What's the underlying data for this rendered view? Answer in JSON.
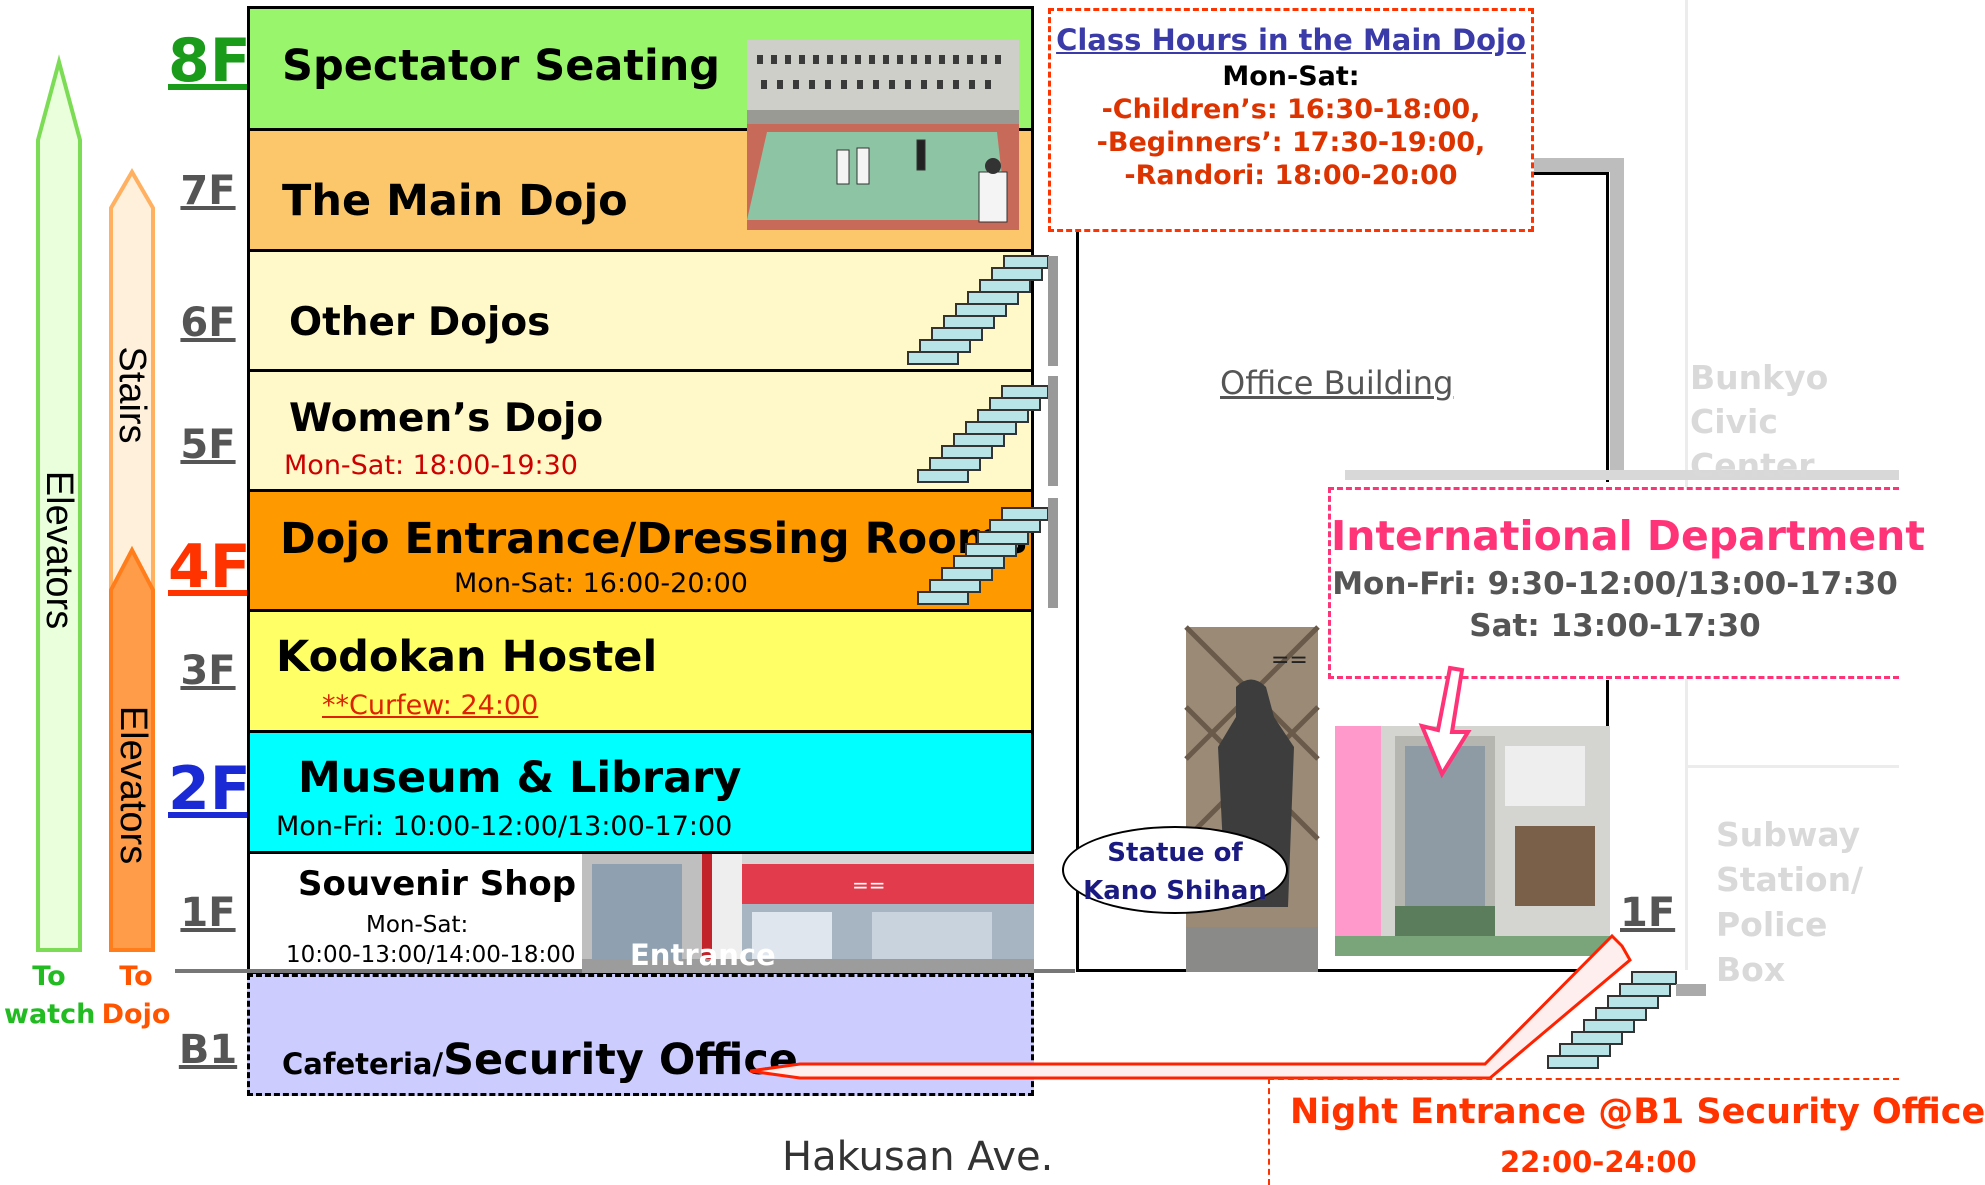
{
  "floors": [
    {
      "id": "8F",
      "label": "8F",
      "color": "#1a9b1a",
      "big": true
    },
    {
      "id": "7F",
      "label": "7F",
      "color": "#555555",
      "big": false
    },
    {
      "id": "6F",
      "label": "6F",
      "color": "#555555",
      "big": false
    },
    {
      "id": "5F",
      "label": "5F",
      "color": "#555555",
      "big": false
    },
    {
      "id": "4F",
      "label": "4F",
      "color": "#ff3300",
      "big": true
    },
    {
      "id": "3F",
      "label": "3F",
      "color": "#555555",
      "big": false
    },
    {
      "id": "2F",
      "label": "2F",
      "color": "#1a2bd6",
      "big": true
    },
    {
      "id": "1F",
      "label": "1F",
      "color": "#555555",
      "big": false
    },
    {
      "id": "B1",
      "label": "B1",
      "color": "#555555",
      "big": false
    }
  ],
  "bands": {
    "spectator": {
      "title": "Spectator Seating",
      "color": "#99f56b"
    },
    "main_dojo": {
      "title": "The Main Dojo",
      "color": "#fcc76b"
    },
    "other_dojos": {
      "title": "Other Dojos",
      "color": "#fff8c8"
    },
    "womens_dojo": {
      "title": "Women’s Dojo",
      "hours": "Mon-Sat: 18:00-19:30",
      "color": "#fff8c8"
    },
    "dojo_entrance": {
      "title": "Dojo Entrance/Dressing Rooms",
      "hours": "Mon-Sat: 16:00-20:00",
      "color": "#ff9900"
    },
    "hostel": {
      "title": "Kodokan Hostel",
      "curfew": "**Curfew: 24:00",
      "color": "#ffff66"
    },
    "museum": {
      "title": "Museum & Library",
      "hours": "Mon-Fri: 10:00-12:00/13:00-17:00",
      "color": "#00ffff"
    },
    "souvenir": {
      "title": "Souvenir Shop",
      "hours_line1": "Mon-Sat:",
      "hours_line2": "10:00-13:00/14:00-18:00",
      "entrance": "Entrance",
      "color": "#ffffff"
    },
    "basement": {
      "title_small": "Cafeteria/",
      "title_big": "Security Office",
      "color": "#ccccff"
    }
  },
  "left_arrows": {
    "elevators_watch": "Elevators",
    "stairs": "Stairs",
    "elevators_dojo": "Elevators",
    "to_watch_1": "To",
    "to_watch_2": "watch",
    "to_dojo_1": "To",
    "to_dojo_2": "Dojo",
    "green": "#22bb22",
    "orange": "#ff6600"
  },
  "class_hours": {
    "title": "Class Hours in the Main Dojo",
    "days": "Mon-Sat:",
    "children": "-Children’s: 16:30-18:00,",
    "beginners": "-Beginners’: 17:30-19:00,",
    "randori": "-Randori: 18:00-20:00"
  },
  "office_building": "Office Building",
  "bunkyo": {
    "line1": "Bunkyo",
    "line2": "Civic Center"
  },
  "subway": {
    "line1": "Subway",
    "line2": "Station/",
    "line3": "Police Box"
  },
  "international": {
    "title": "International Department",
    "hours_1": "Mon-Fri: 9:30-12:00/13:00-17:30",
    "hours_2": "Sat: 13:00-17:30"
  },
  "statue": {
    "line1": "Statue of",
    "line2": "Kano Shihan"
  },
  "ground_1f": "1F",
  "night_entrance": {
    "title": "Night Entrance @B1 Security Office",
    "hours": "22:00-24:00"
  },
  "street": "Hakusan Ave."
}
